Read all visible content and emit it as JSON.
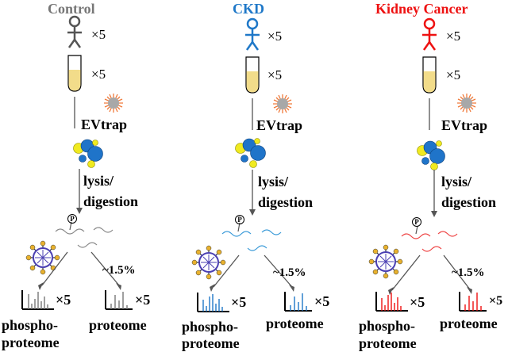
{
  "labels": {
    "times_five": "×5",
    "evtrap": "EVtrap",
    "lysis": "lysis/",
    "digestion": "digestion",
    "percent": "~1.5%",
    "phospho_line1": "phospho-",
    "phospho_line2": "proteome",
    "proteome": "proteome",
    "phospho_marker": "P"
  },
  "panels": [
    {
      "id": "control",
      "title": "Control",
      "color": "#777777",
      "tube_color": "#f2dc8a"
    },
    {
      "id": "ckd",
      "title": "CKD",
      "color": "#1f78c8",
      "tube_color": "#f2dc8a"
    },
    {
      "id": "cancer",
      "title": "Kidney Cancer",
      "color": "#ee1111",
      "tube_color": "#f2dc8a"
    }
  ]
}
